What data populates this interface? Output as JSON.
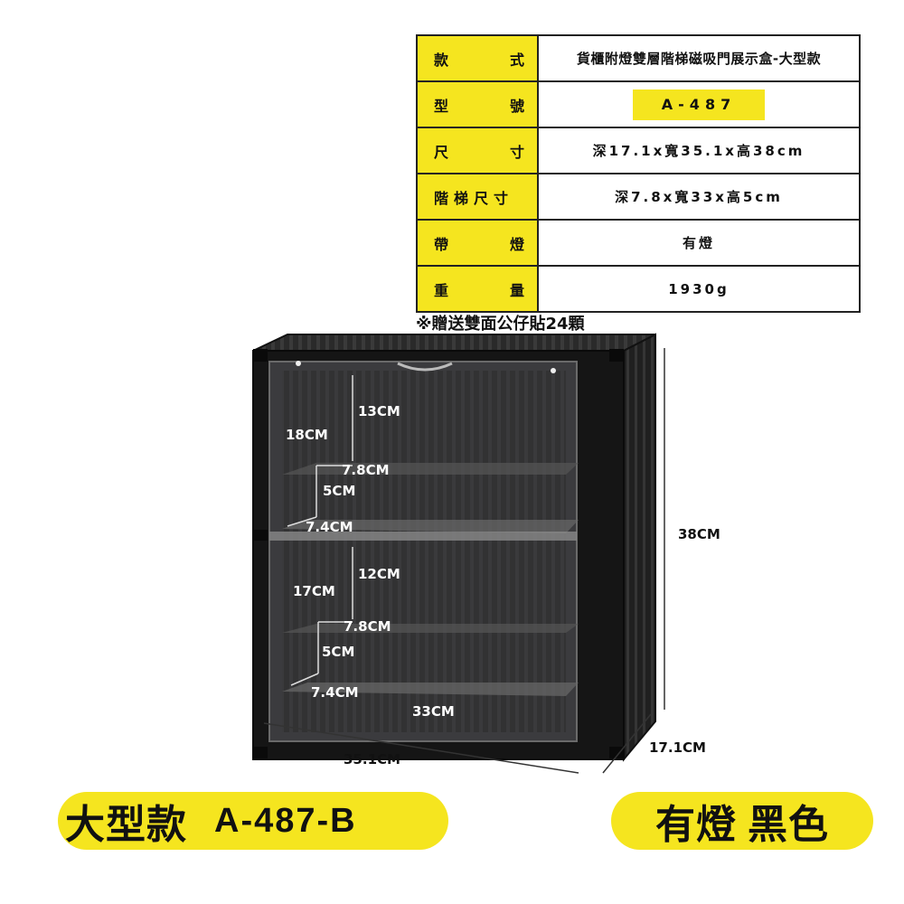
{
  "specs": [
    {
      "label_l": "款",
      "label_r": "式",
      "value": "貨櫃附燈雙層階梯磁吸門展示盒-大型款"
    },
    {
      "label_l": "型",
      "label_r": "號",
      "value": "A-487"
    },
    {
      "label_l": "尺",
      "label_r": "寸",
      "value": "深17.1x寬35.1x高38cm"
    },
    {
      "label_l": "階梯尺寸",
      "label_r": "",
      "value": "深7.8x寬33x高5cm"
    },
    {
      "label_l": "帶",
      "label_r": "燈",
      "value": "有燈"
    },
    {
      "label_l": "重",
      "label_r": "量",
      "value": "1930g"
    }
  ],
  "note": "※贈送雙面公仔貼24顆",
  "dimensions": {
    "upper_total": "18CM",
    "upper_clear": "13CM",
    "upper_step_depth": "7.8CM",
    "upper_step_height": "5CM",
    "upper_bottom_depth": "7.4CM",
    "lower_total": "17CM",
    "lower_clear": "12CM",
    "lower_step_depth": "7.8CM",
    "lower_step_height": "5CM",
    "lower_bottom_depth": "7.4CM",
    "inner_width": "33CM",
    "outer_width": "35.1CM",
    "height": "38CM",
    "depth": "17.1CM"
  },
  "badge_left": {
    "title": "大型款",
    "code": "A-487-B"
  },
  "badge_right": {
    "light": "有燈",
    "color": "黑色"
  },
  "colors": {
    "accent": "#f5e51f",
    "body": "#1b1b1b"
  }
}
